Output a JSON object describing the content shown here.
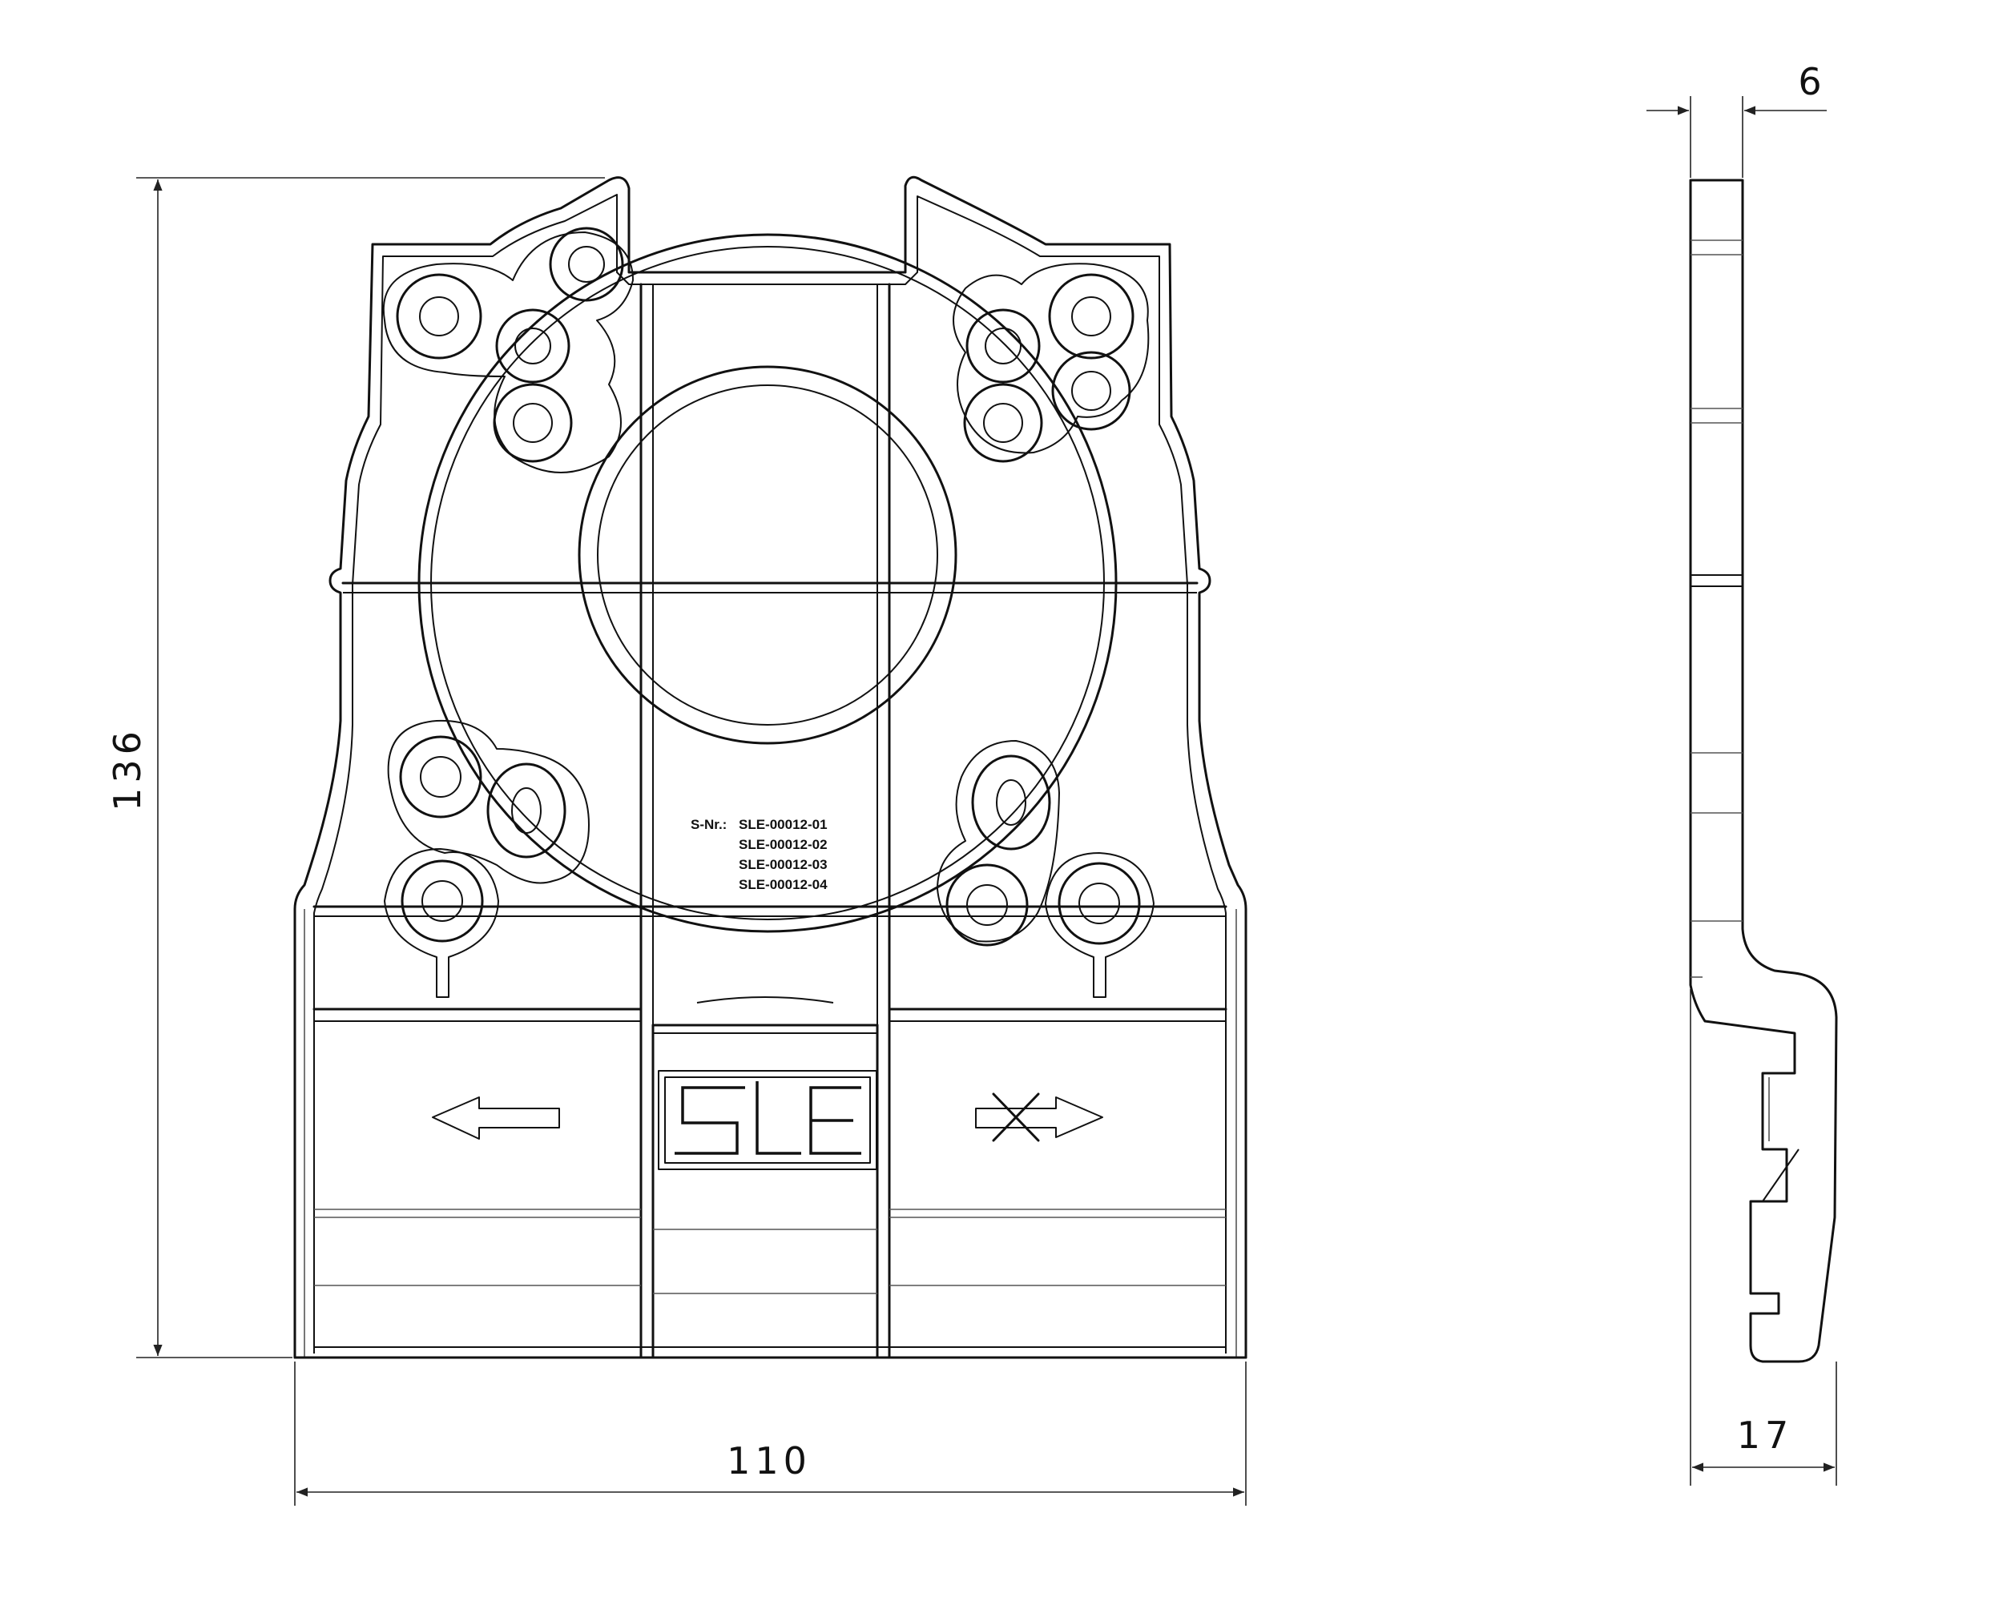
{
  "dimensions": {
    "height": "136",
    "width": "110",
    "side_thickness": "6",
    "side_depth": "17"
  },
  "serial": {
    "prefix": "S-Nr.:",
    "numbers": [
      "SLE-00012-01",
      "SLE-00012-02",
      "SLE-00012-03",
      "SLE-00012-04"
    ]
  },
  "logo": {
    "text": "SLE"
  },
  "arrows": {
    "left": "left-arrow-icon",
    "right": "crossed-right-arrow-icon"
  },
  "colors": {
    "line": "#111111",
    "background": "#ffffff"
  }
}
